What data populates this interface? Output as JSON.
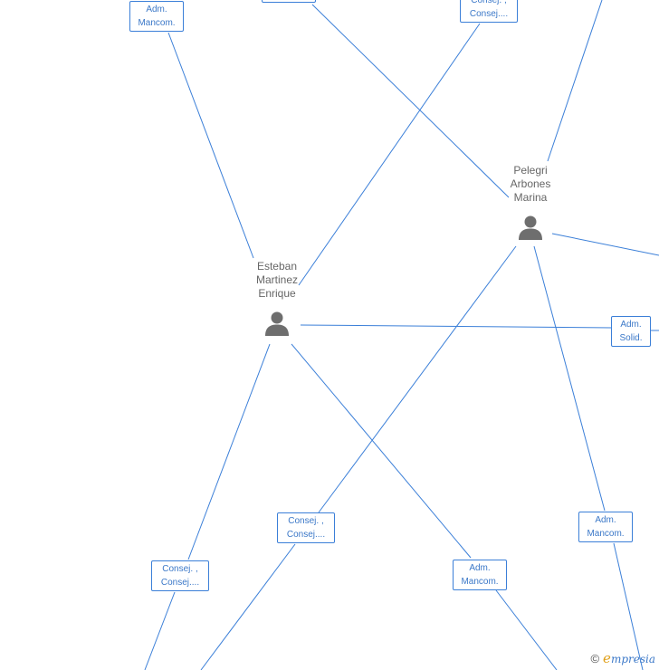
{
  "persons": [
    {
      "id": "esteban",
      "name": "Esteban\nMartinez\nEnrique"
    },
    {
      "id": "pelegri",
      "name": "Pelegri\nArbones\nMarina"
    }
  ],
  "roles": {
    "top_left": [
      "Adm.",
      "Mancom."
    ],
    "top_center": [
      "Consej. ,",
      "Consej...."
    ],
    "right_mid": [
      "Adm.",
      "Solid."
    ],
    "bottom_center": [
      "Consej. ,",
      "Consej...."
    ],
    "bottom_left": [
      "Consej. ,",
      "Consej...."
    ],
    "bottom_mid": [
      "Adm.",
      "Mancom."
    ],
    "bottom_right": [
      "Adm.",
      "Mancom."
    ]
  },
  "brand": {
    "copyright": "©",
    "initial": "e",
    "rest": "mpresia"
  },
  "colors": {
    "edge": "#3b7fd8",
    "icon": "#6e6e6e"
  }
}
